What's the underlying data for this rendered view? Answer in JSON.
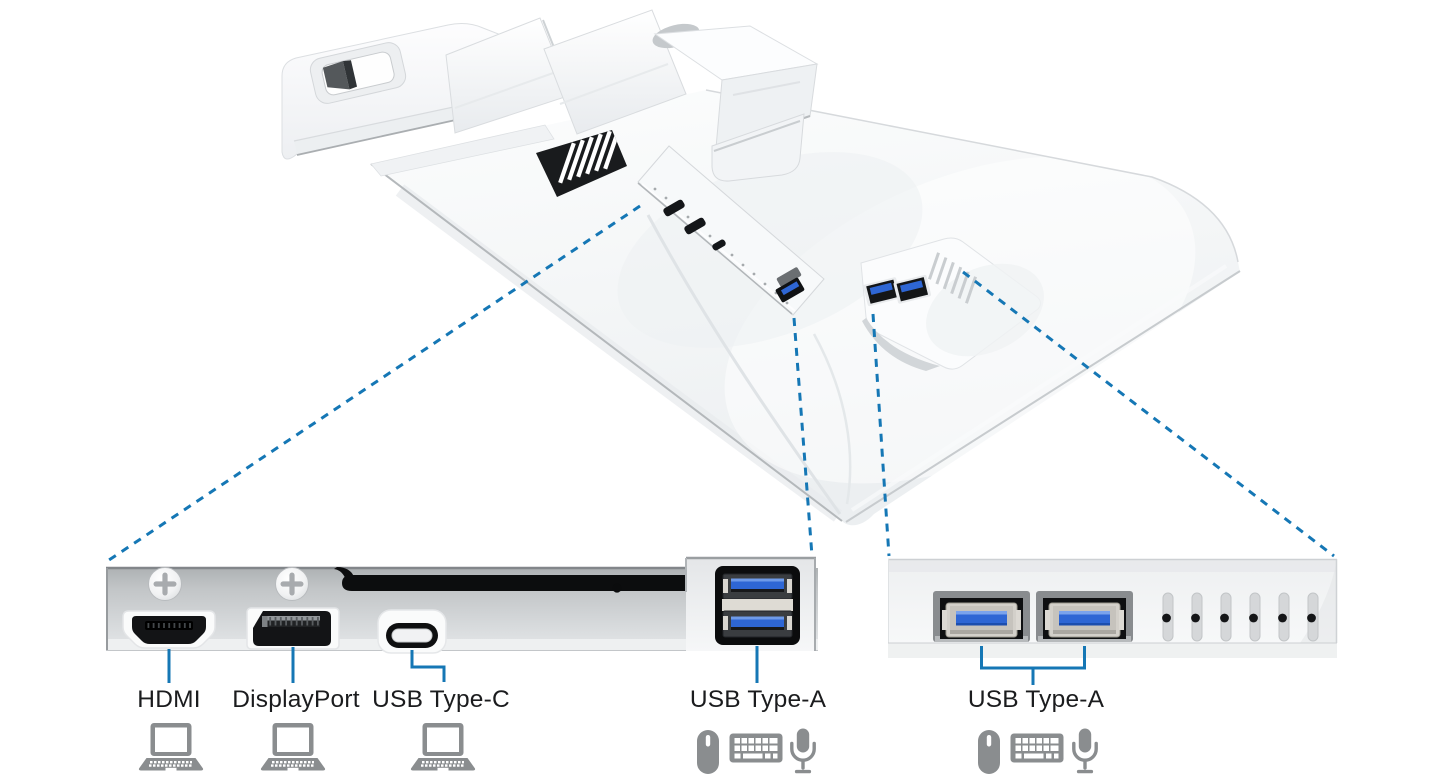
{
  "callouts": [
    {
      "id": "hdmi",
      "label": "HDMI",
      "devices": [
        "laptop"
      ]
    },
    {
      "id": "displayport",
      "label": "DisplayPort",
      "devices": [
        "laptop"
      ]
    },
    {
      "id": "usb-type-c",
      "label": "USB Type-C",
      "devices": [
        "laptop"
      ]
    },
    {
      "id": "usb-type-a-rear",
      "label": "USB Type-A",
      "devices": [
        "mouse",
        "keyboard",
        "microphone"
      ]
    },
    {
      "id": "usb-type-a-side",
      "label": "USB Type-A",
      "devices": [
        "mouse",
        "keyboard",
        "microphone"
      ]
    }
  ],
  "colors": {
    "callout_blue": "#1577b5",
    "usb_port_blue": "#2e66d4",
    "icon_gray": "#8a8d8f",
    "label_text": "#1b1c1e"
  }
}
